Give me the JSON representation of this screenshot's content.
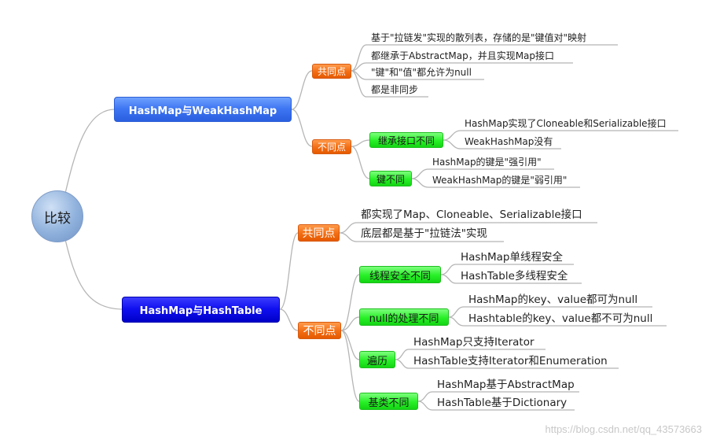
{
  "root": "比较",
  "branches": [
    {
      "label": "HashMap与WeakHashMap",
      "common": {
        "label": "共同点",
        "items": [
          "基于\"拉链发\"实现的散列表，存储的是\"键值对\"映射",
          "都继承于AbstractMap，并且实现Map接口",
          "\"键\"和\"值\"都允许为null",
          "都是非同步"
        ]
      },
      "diff": {
        "label": "不同点",
        "groups": [
          {
            "label": "继承接口不同",
            "items": [
              "HashMap实现了Cloneable和Serializable接口",
              "WeakHashMap没有"
            ]
          },
          {
            "label": "键不同",
            "items": [
              "HashMap的键是\"强引用\"",
              "WeakHashMap的键是\"弱引用\""
            ]
          }
        ]
      }
    },
    {
      "label": "HashMap与HashTable",
      "common": {
        "label": "共同点",
        "items": [
          "都实现了Map、Cloneable、Serializable接口",
          "底层都是基于\"拉链法\"实现"
        ]
      },
      "diff": {
        "label": "不同点",
        "groups": [
          {
            "label": "线程安全不同",
            "items": [
              "HashMap单线程安全",
              "HashTable多线程安全"
            ]
          },
          {
            "label": "null的处理不同",
            "items": [
              "HashMap的key、value都可为null",
              "Hashtable的key、value都不可为null"
            ]
          },
          {
            "label": "遍历",
            "items": [
              "HashMap只支持Iterator",
              "HashTable支持Iterator和Enumeration"
            ]
          },
          {
            "label": "基类不同",
            "items": [
              "HashMap基于AbstractMap",
              "HashTable基于Dictionary"
            ]
          }
        ]
      }
    }
  ],
  "watermark": "https://blog.csdn.net/qq_43573663",
  "colors": {
    "line": "#b5b5b5",
    "root": "#8fb1dc",
    "main1": "#3d75f2",
    "main2": "#0f0ff0",
    "orange": "#f26d14",
    "green": "#27f027"
  }
}
